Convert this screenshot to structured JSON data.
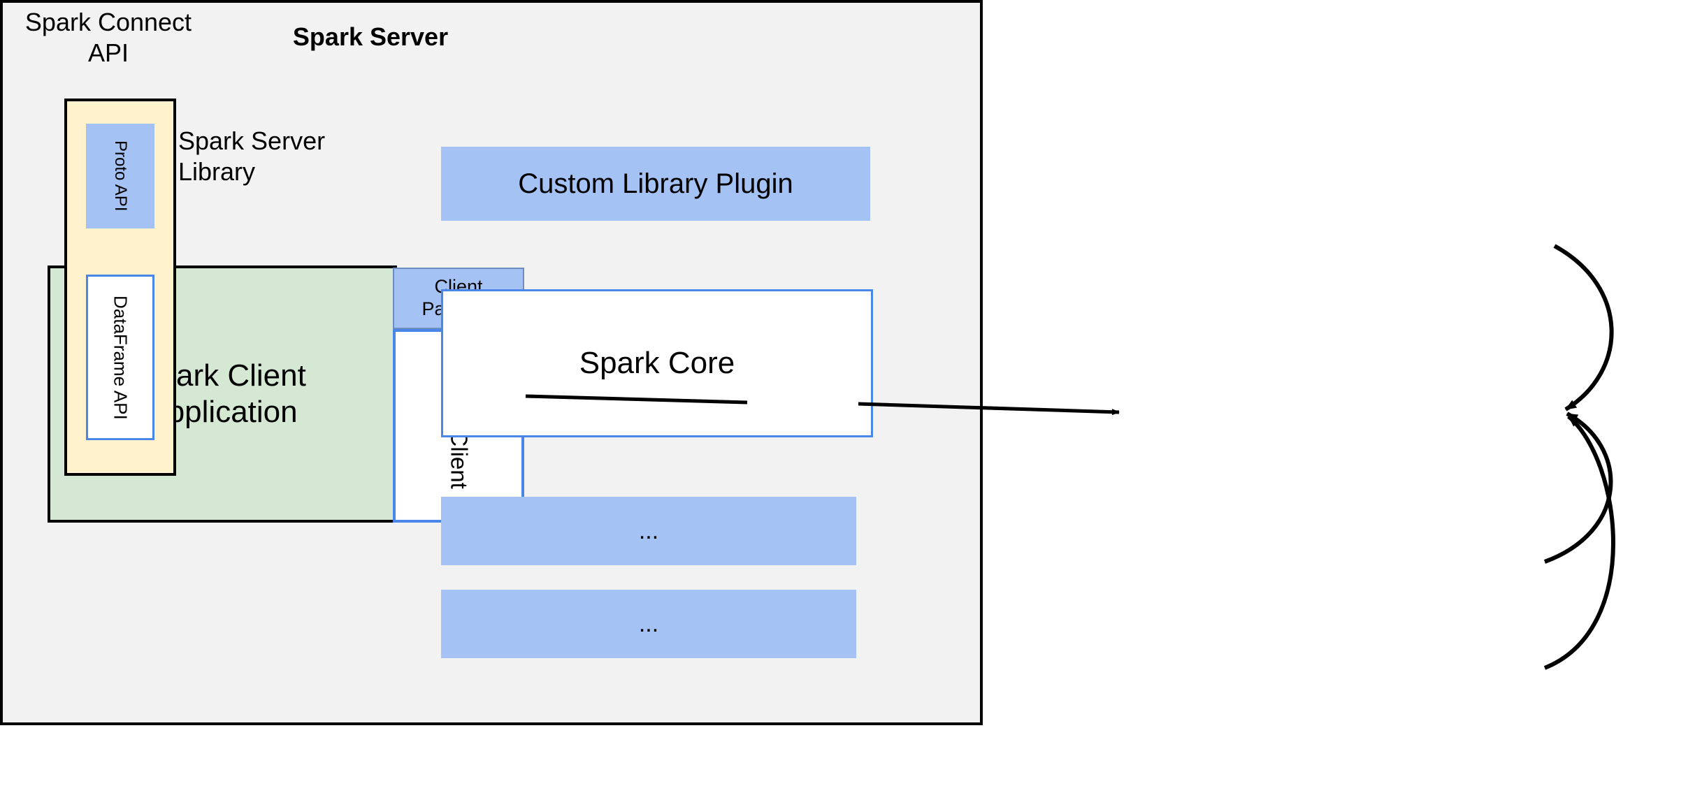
{
  "diagram": {
    "title_hidden": "",
    "client": {
      "application_label": "Spark Client\nApplication",
      "application_line1": "Spark Client",
      "application_line2": "Application",
      "package_label": "Client\nPackage",
      "package_line1": "Client",
      "package_line2": "Package",
      "spark_client_label": "Spark Client"
    },
    "server": {
      "title": "Spark Server",
      "connect_api_label_line1": "Spark Connect",
      "connect_api_label_line2": "API",
      "server_library_label_line1": "Spark Server",
      "server_library_label_line2": "Library",
      "proto_api_label": "Proto API",
      "dataframe_api_label": "DataFrame API",
      "custom_library_plugin_label": "Custom Library Plugin",
      "spark_core_label": "Spark Core",
      "ellipsis_label_1": "...",
      "ellipsis_label_2": "..."
    },
    "colors": {
      "green_fill": "#d5e8d4",
      "blue_fill": "#a4c2f4",
      "beige_fill": "#fff2cc",
      "gray_fill": "#f2f2f2",
      "white_fill": "#ffffff",
      "blue_stroke": "#4a86e8",
      "black_stroke": "#000000"
    },
    "edges": [
      {
        "name": "spark-client-to-connect-api",
        "from": "Spark Client",
        "to": "Spark Connect API",
        "style": "straight-line"
      },
      {
        "name": "connect-api-to-spark-core",
        "from": "Spark Connect API",
        "to": "Spark Core",
        "style": "straight-arrow"
      },
      {
        "name": "custom-library-plugin-to-spark-core",
        "from": "Custom Library Plugin",
        "to": "Spark Core",
        "style": "curved-arrow"
      },
      {
        "name": "ellipsis-1-to-spark-core",
        "from": "...",
        "to": "Spark Core",
        "style": "curved-arrow"
      },
      {
        "name": "ellipsis-2-to-spark-core",
        "from": "...",
        "to": "Spark Core",
        "style": "curved-arrow"
      }
    ]
  }
}
